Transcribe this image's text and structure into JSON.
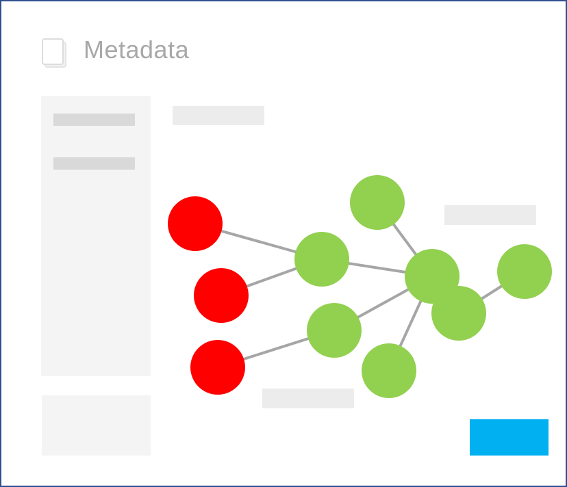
{
  "header": {
    "title": "Metadata",
    "icon": "document-icon"
  },
  "colors": {
    "frame_border": "#2f4f8f",
    "title_text": "#a8a8a8",
    "panel_bg": "#f4f4f4",
    "placeholder_dark": "#d9d9d9",
    "placeholder_light": "#ececec",
    "node_source": "#ff0000",
    "node_target": "#92d050",
    "edge": "#a6a6a6",
    "action_button": "#00b0f0"
  },
  "graph": {
    "nodes": [
      {
        "id": "r1",
        "kind": "source"
      },
      {
        "id": "r2",
        "kind": "source"
      },
      {
        "id": "r3",
        "kind": "source"
      },
      {
        "id": "g1",
        "kind": "target"
      },
      {
        "id": "g2",
        "kind": "target"
      },
      {
        "id": "g3",
        "kind": "target"
      },
      {
        "id": "g4",
        "kind": "target"
      },
      {
        "id": "g5",
        "kind": "target"
      },
      {
        "id": "g6",
        "kind": "target"
      },
      {
        "id": "g7",
        "kind": "target"
      }
    ],
    "edges": [
      [
        "r1",
        "g1"
      ],
      [
        "r2",
        "g1"
      ],
      [
        "r3",
        "g2"
      ],
      [
        "g1",
        "g4"
      ],
      [
        "g2",
        "g4"
      ],
      [
        "g3",
        "g4"
      ],
      [
        "g5",
        "g4"
      ],
      [
        "g4",
        "g6"
      ],
      [
        "g6",
        "g7"
      ]
    ]
  }
}
